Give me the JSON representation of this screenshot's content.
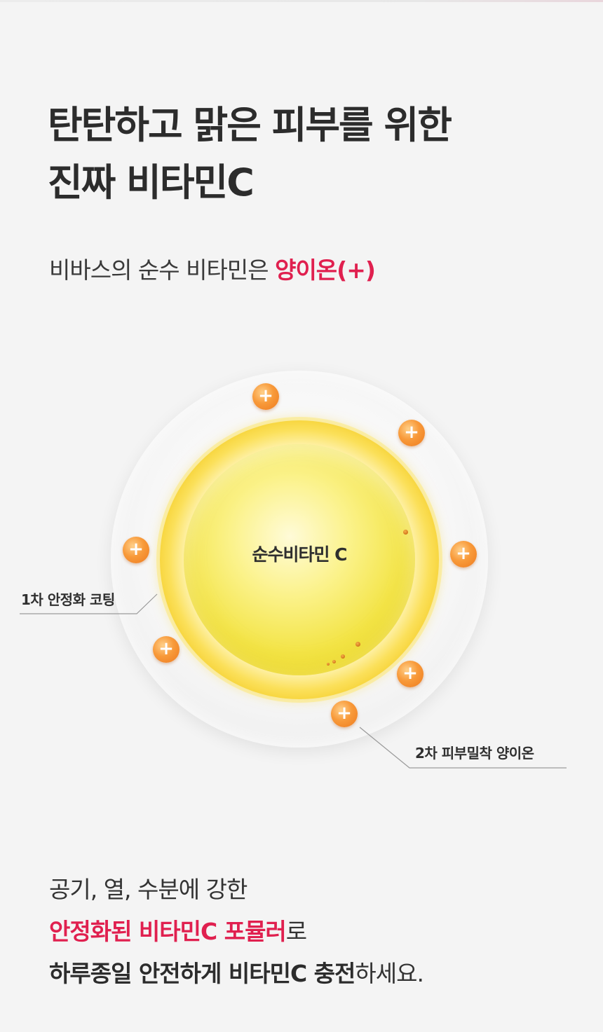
{
  "headline": {
    "line1": "탄탄하고 맑은 피부를 위한",
    "line2": "진짜 비타민C"
  },
  "subline": {
    "text": "비바스의 순수 비타민은 ",
    "highlight": "양이온(+)"
  },
  "diagram": {
    "core_label": "순수비타민 C",
    "ion_symbol": "+",
    "callout_left": "1차 안정화 코팅",
    "callout_right": "2차 피부밀착 양이온"
  },
  "bottom": {
    "line1": "공기, 열, 수분에 강한",
    "line2_highlight": "안정화된 비타민C 포뮬러",
    "line2_rest": "로",
    "line3_bold": "하루종일 안전하게 비타민C 충전",
    "line3_rest": "하세요."
  },
  "colors": {
    "accent": "#e0204f",
    "ion_orange": "#f58a2a",
    "core_yellow": "#f3e447",
    "text_dark": "#2c2c2c"
  }
}
